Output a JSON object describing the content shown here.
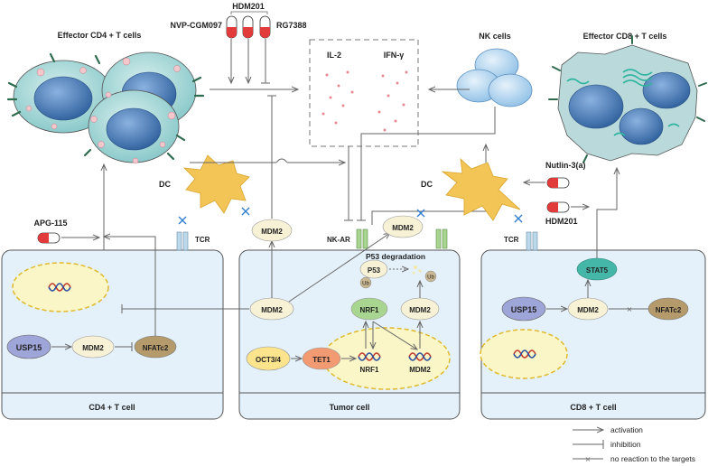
{
  "drugs": {
    "top_group": "HDM201",
    "left": "NVP-CGM097",
    "right": "RG7388",
    "apg": "APG-115",
    "nutlin": "Nutlin-3(a)",
    "hdm_right": "HDM201"
  },
  "cells": {
    "cd4_effector": "Effector CD4 + T cells",
    "cd8_effector": "Effector CD8 + T cells",
    "nk": "NK cells",
    "dc": "DC"
  },
  "cytokines": {
    "il2": "IL-2",
    "ifng": "IFN-γ"
  },
  "receptors": {
    "tcr": "TCR",
    "nkar": "NK-AR"
  },
  "panels": {
    "cd4": "CD4 + T cell",
    "tumor": "Tumor cell",
    "cd8": "CD8 + T cell"
  },
  "nodes": {
    "mdm2": "MDM2",
    "usp15": "USP15",
    "nfatc2": "NFATc2",
    "stat5": "STAT5",
    "p53": "P53",
    "ub": "Ub",
    "nrf1": "NRF1",
    "oct": "OCT3/4",
    "tet1": "TET1",
    "p53_deg": "P53 degradation"
  },
  "legend": {
    "activation": "activation",
    "inhibition": "inhibition",
    "no_reaction": "no reaction to the targets"
  },
  "colors": {
    "panel_fill": "#e4f1fb",
    "nucleus": "#fbf6c8",
    "mdm2": "#f7f1d6",
    "usp15": "#9ea5d8",
    "nfatc2": "#b59a6b",
    "stat5": "#45b7a8",
    "nrf1": "#a8d58f",
    "oct": "#fbe48c",
    "tet1": "#f29a71",
    "dc": "#f3c456",
    "cell_teal": "#9ed3d3",
    "nk": "#a9cfec",
    "pill_red": "#e23b3b"
  }
}
